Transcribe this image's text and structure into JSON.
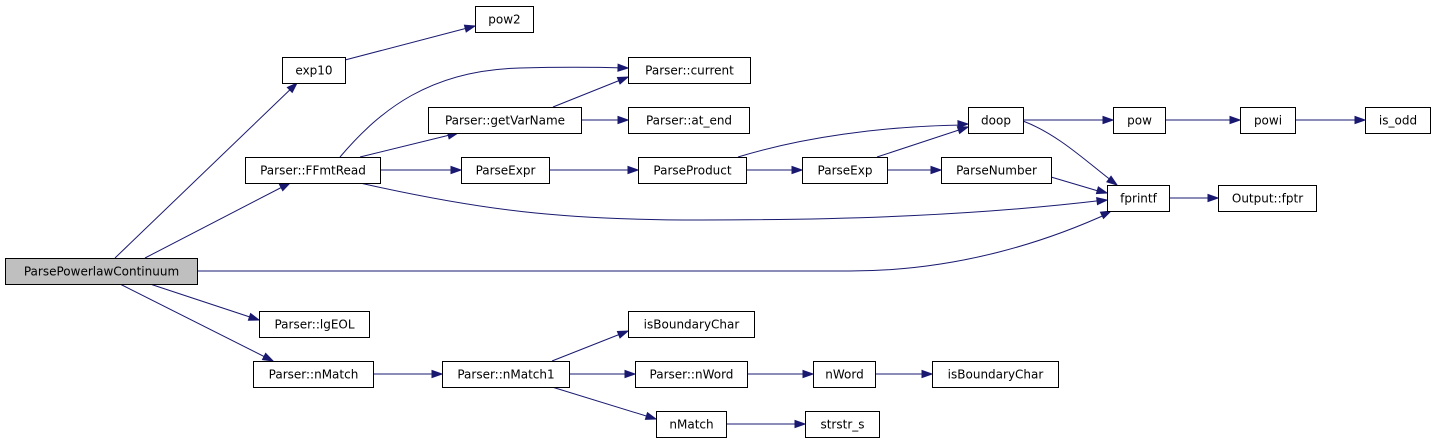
{
  "graph": {
    "nodes": [
      {
        "id": "ParsePowerlawContinuum",
        "label": "ParsePowerlawContinuum",
        "root": true
      },
      {
        "id": "exp10",
        "label": "exp10"
      },
      {
        "id": "pow2",
        "label": "pow2"
      },
      {
        "id": "FFmtRead",
        "label": "Parser::FFmtRead"
      },
      {
        "id": "getVarName",
        "label": "Parser::getVarName"
      },
      {
        "id": "current",
        "label": "Parser::current"
      },
      {
        "id": "at_end",
        "label": "Parser::at_end"
      },
      {
        "id": "ParseExpr",
        "label": "ParseExpr"
      },
      {
        "id": "ParseProduct",
        "label": "ParseProduct"
      },
      {
        "id": "ParseExp",
        "label": "ParseExp"
      },
      {
        "id": "doop",
        "label": "doop"
      },
      {
        "id": "ParseNumber",
        "label": "ParseNumber"
      },
      {
        "id": "fprintf",
        "label": "fprintf"
      },
      {
        "id": "pow",
        "label": "pow"
      },
      {
        "id": "powi",
        "label": "powi"
      },
      {
        "id": "is_odd",
        "label": "is_odd"
      },
      {
        "id": "fptr",
        "label": "Output::fptr"
      },
      {
        "id": "lgEOL",
        "label": "Parser::lgEOL"
      },
      {
        "id": "nMatch",
        "label": "Parser::nMatch"
      },
      {
        "id": "nMatch1",
        "label": "Parser::nMatch1"
      },
      {
        "id": "isBoundaryChar1",
        "label": "isBoundaryChar"
      },
      {
        "id": "nWordP",
        "label": "Parser::nWord"
      },
      {
        "id": "nWord",
        "label": "nWord"
      },
      {
        "id": "isBoundaryChar2",
        "label": "isBoundaryChar"
      },
      {
        "id": "nMatchF",
        "label": "nMatch"
      },
      {
        "id": "strstr_s",
        "label": "strstr_s"
      }
    ],
    "edges": [
      [
        "ParsePowerlawContinuum",
        "exp10"
      ],
      [
        "ParsePowerlawContinuum",
        "FFmtRead"
      ],
      [
        "ParsePowerlawContinuum",
        "fprintf"
      ],
      [
        "ParsePowerlawContinuum",
        "lgEOL"
      ],
      [
        "ParsePowerlawContinuum",
        "nMatch"
      ],
      [
        "exp10",
        "pow2"
      ],
      [
        "FFmtRead",
        "current"
      ],
      [
        "FFmtRead",
        "getVarName"
      ],
      [
        "FFmtRead",
        "ParseExpr"
      ],
      [
        "FFmtRead",
        "fprintf"
      ],
      [
        "getVarName",
        "current"
      ],
      [
        "getVarName",
        "at_end"
      ],
      [
        "ParseExpr",
        "ParseProduct"
      ],
      [
        "ParseProduct",
        "doop"
      ],
      [
        "ParseProduct",
        "ParseExp"
      ],
      [
        "ParseExp",
        "doop"
      ],
      [
        "ParseExp",
        "ParseNumber"
      ],
      [
        "doop",
        "pow"
      ],
      [
        "doop",
        "fprintf"
      ],
      [
        "ParseNumber",
        "fprintf"
      ],
      [
        "pow",
        "powi"
      ],
      [
        "powi",
        "is_odd"
      ],
      [
        "fprintf",
        "fptr"
      ],
      [
        "nMatch",
        "nMatch1"
      ],
      [
        "nMatch1",
        "isBoundaryChar1"
      ],
      [
        "nMatch1",
        "nWordP"
      ],
      [
        "nMatch1",
        "nMatchF"
      ],
      [
        "nWordP",
        "nWord"
      ],
      [
        "nWord",
        "isBoundaryChar2"
      ],
      [
        "nMatchF",
        "strstr_s"
      ]
    ]
  },
  "colors": {
    "edge": "#191970",
    "root_fill": "#bfbfbf",
    "node_fill": "#ffffff",
    "node_border": "#000000"
  }
}
